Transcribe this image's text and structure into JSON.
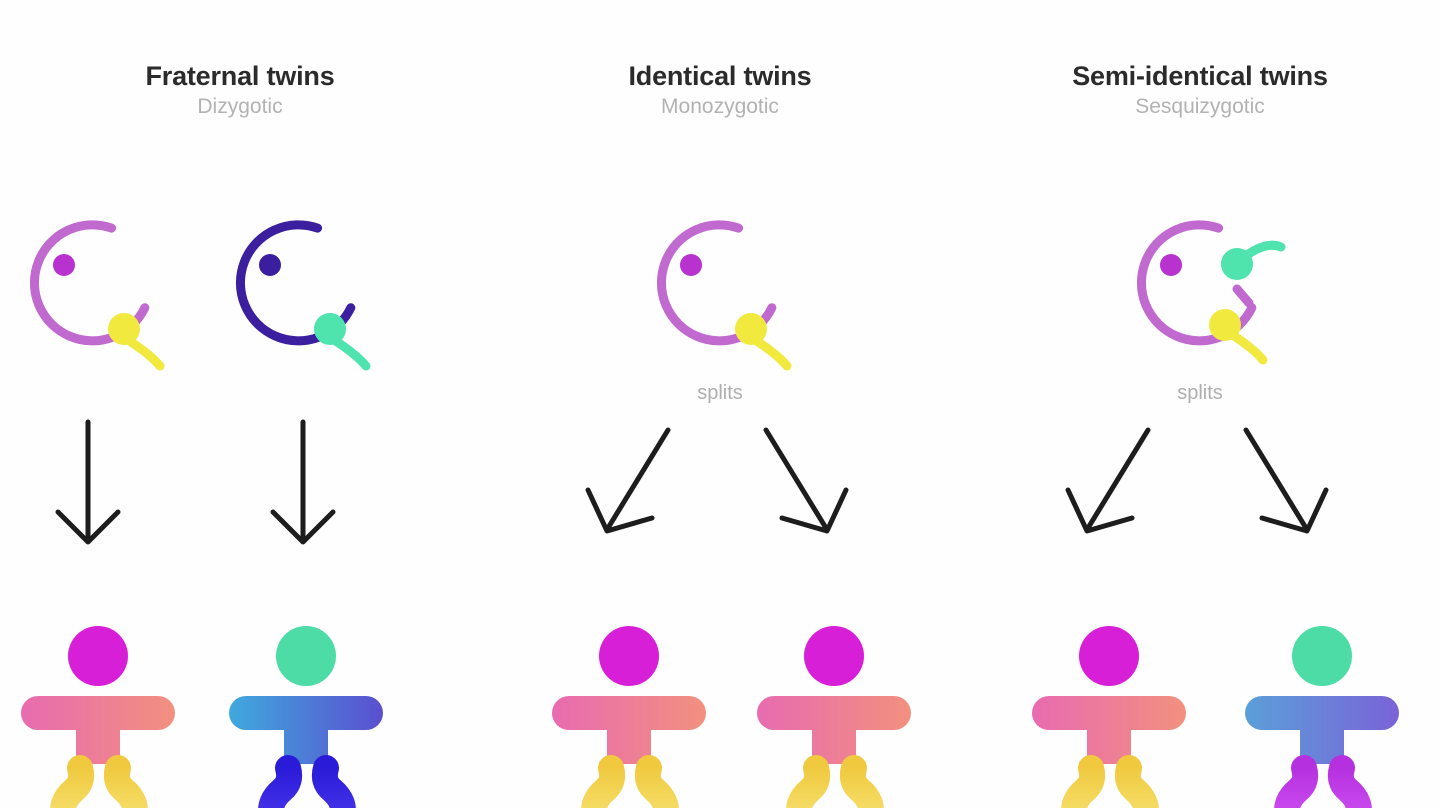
{
  "diagram": {
    "background_color": "#fefefe",
    "title_color": "#2b2b2b",
    "subtitle_color": "#b2b2b2",
    "splits_label_color": "#aeaeae",
    "arrow_color": "#1d1d1d"
  },
  "palette": {
    "egg_ring_magenta": "#c069cf",
    "egg_ring_indigo": "#3b1f9e",
    "nucleus_magenta": "#b832cf",
    "nucleus_indigo": "#3a1ea0",
    "sperm_yellow": "#f2e93f",
    "sperm_green": "#4fe3ae",
    "baby_head_magenta": "#d81fd8",
    "baby_head_green": "#4ddba6",
    "baby_body_pink_left": "#e86bb0",
    "baby_body_pink_right": "#f2907f",
    "baby_body_blue_left": "#3fa9dd",
    "baby_body_blue_right": "#5b4fd0",
    "baby_legs_yellow": "#f5d64a",
    "baby_legs_blue": "#3b22e0",
    "baby_legs_purple": "#c43ee8"
  },
  "columns": [
    {
      "id": "fraternal",
      "title": "Fraternal twins",
      "subtitle": "Dizygotic",
      "splits_label": "",
      "arrow_style": "straight",
      "eggs": [
        {
          "name": "egg-magenta-yellow-sperm",
          "ring_color": "#c069cf",
          "nucleus_color": "#b832cf",
          "sperm": [
            {
              "color": "#f2e93f",
              "position": "lower-right"
            }
          ]
        },
        {
          "name": "egg-indigo-green-sperm",
          "ring_color": "#3b1f9e",
          "nucleus_color": "#3a1ea0",
          "sperm": [
            {
              "color": "#4fe3ae",
              "position": "lower-right"
            }
          ]
        }
      ],
      "babies": [
        {
          "name": "baby-pink",
          "head": "#d81fd8",
          "body_left": "#e86bb0",
          "body_right": "#f2907f",
          "legs": "#f5d64a"
        },
        {
          "name": "baby-blue",
          "head": "#4ddba6",
          "body_left": "#3fa9dd",
          "body_right": "#5b4fd0",
          "legs": "#3b22e0"
        }
      ]
    },
    {
      "id": "identical",
      "title": "Identical twins",
      "subtitle": "Monozygotic",
      "splits_label": "splits",
      "arrow_style": "diverging",
      "eggs": [
        {
          "name": "egg-magenta-yellow-sperm",
          "ring_color": "#c069cf",
          "nucleus_color": "#b832cf",
          "sperm": [
            {
              "color": "#f2e93f",
              "position": "lower-right"
            }
          ]
        }
      ],
      "babies": [
        {
          "name": "baby-pink",
          "head": "#d81fd8",
          "body_left": "#e86bb0",
          "body_right": "#f2907f",
          "legs": "#f5d64a"
        },
        {
          "name": "baby-pink",
          "head": "#d81fd8",
          "body_left": "#e86bb0",
          "body_right": "#f2907f",
          "legs": "#f5d64a"
        }
      ]
    },
    {
      "id": "semi-identical",
      "title": "Semi-identical twins",
      "subtitle": "Sesquizygotic",
      "splits_label": "splits",
      "arrow_style": "diverging",
      "eggs": [
        {
          "name": "egg-magenta-two-sperm",
          "ring_color": "#c069cf",
          "nucleus_color": "#b832cf",
          "sperm": [
            {
              "color": "#4fe3ae",
              "position": "upper-right"
            },
            {
              "color": "#f2e93f",
              "position": "lower-right"
            }
          ]
        }
      ],
      "babies": [
        {
          "name": "baby-pink",
          "head": "#d81fd8",
          "body_left": "#e86bb0",
          "body_right": "#f2907f",
          "legs": "#f5d64a"
        },
        {
          "name": "baby-purple-legs",
          "head": "#4ddba6",
          "body_left": "#5b9fd8",
          "body_right": "#7a63d8",
          "legs": "#c43ee8"
        }
      ]
    }
  ]
}
